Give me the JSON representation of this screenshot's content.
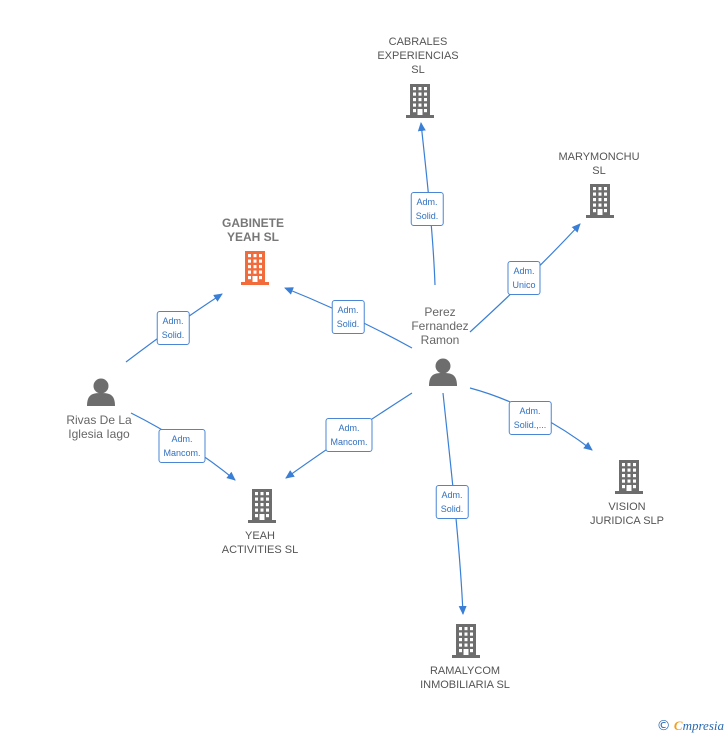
{
  "colors": {
    "edge": "#3a7fd6",
    "building": "#6d6d6d",
    "focus_building": "#f26b3a",
    "person": "#6d6d6d"
  },
  "nodes": {
    "perez": {
      "lines": [
        "Perez",
        "Fernandez",
        "Ramon"
      ],
      "type": "person"
    },
    "rivas": {
      "lines": [
        "Rivas De La",
        "Iglesia Iago"
      ],
      "type": "person"
    },
    "gabinete": {
      "lines": [
        "GABINETE",
        "YEAH  SL"
      ],
      "type": "company",
      "focus": true
    },
    "cabrales": {
      "lines": [
        "CABRALES",
        "EXPERIENCIAS",
        "SL"
      ],
      "type": "company"
    },
    "marymonchu": {
      "lines": [
        "MARYMONCHU",
        "SL"
      ],
      "type": "company"
    },
    "vision": {
      "lines": [
        "VISION",
        "JURIDICA SLP"
      ],
      "type": "company"
    },
    "ramalycom": {
      "lines": [
        "RAMALYCOM",
        "INMOBILIARIA SL"
      ],
      "type": "company"
    },
    "yeah": {
      "lines": [
        "YEAH",
        "ACTIVITIES  SL"
      ],
      "type": "company"
    }
  },
  "edges": [
    {
      "from": "perez",
      "to": "cabrales",
      "role": [
        "Adm.",
        "Solid."
      ]
    },
    {
      "from": "perez",
      "to": "marymonchu",
      "role": [
        "Adm.",
        "Unico"
      ]
    },
    {
      "from": "perez",
      "to": "gabinete",
      "role": [
        "Adm.",
        "Solid."
      ]
    },
    {
      "from": "perez",
      "to": "vision",
      "role": [
        "Adm.",
        "Solid.,..."
      ]
    },
    {
      "from": "perez",
      "to": "ramalycom",
      "role": [
        "Adm.",
        "Solid."
      ]
    },
    {
      "from": "perez",
      "to": "yeah",
      "role": [
        "Adm.",
        "Mancom."
      ]
    },
    {
      "from": "rivas",
      "to": "gabinete",
      "role": [
        "Adm.",
        "Solid."
      ]
    },
    {
      "from": "rivas",
      "to": "yeah",
      "role": [
        "Adm.",
        "Mancom."
      ]
    }
  ],
  "footer": {
    "copyright": "©",
    "brand_first": "C",
    "brand_rest": "mpresia"
  }
}
